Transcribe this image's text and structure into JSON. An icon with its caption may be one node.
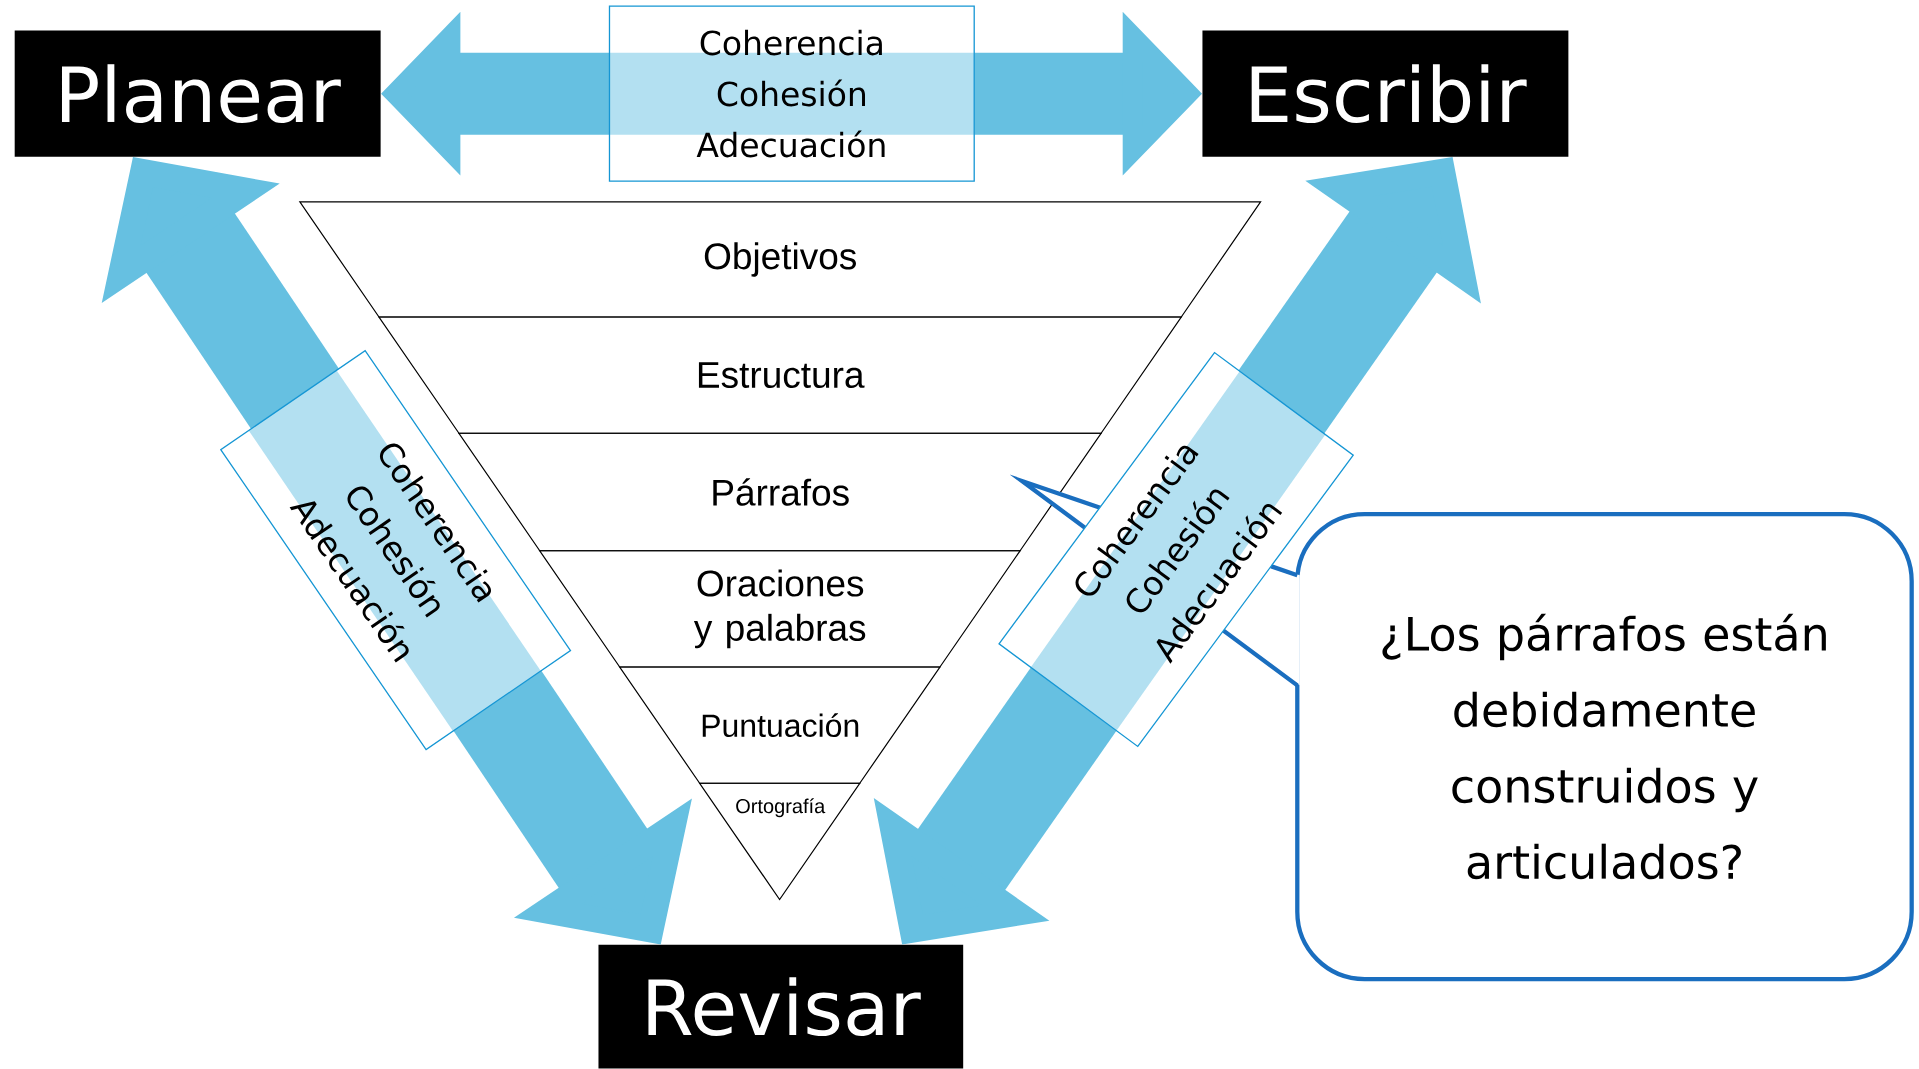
{
  "diagram": {
    "nodes": [
      {
        "text": [
          "Planear"
        ]
      },
      {
        "text": [
          "Escribir"
        ]
      },
      {
        "text": [
          "Revisar"
        ]
      },
      {
        "text": [
          "Objetivos"
        ]
      },
      {
        "text": [
          "Estructura"
        ]
      },
      {
        "text": [
          "Párrafos"
        ]
      },
      {
        "text": [
          "Oraciones y palabras"
        ]
      },
      {
        "text": [
          "Puntuación"
        ]
      },
      {
        "text": [
          "Ortografía"
        ]
      },
      {
        "text": [
          "¿Los párrafos están debidamente construidos y articulados?"
        ]
      }
    ],
    "edges": [
      {
        "from": 0,
        "to": 1,
        "arrow": "both",
        "label": "Coherencia Cohesión Adecuación"
      },
      {
        "from": 0,
        "to": 2,
        "arrow": "both",
        "label": "Coherencia Cohesión Adecuación"
      },
      {
        "from": 1,
        "to": 2,
        "arrow": "both",
        "label": "Coherencia Cohesión Adecuación"
      }
    ]
  }
}
